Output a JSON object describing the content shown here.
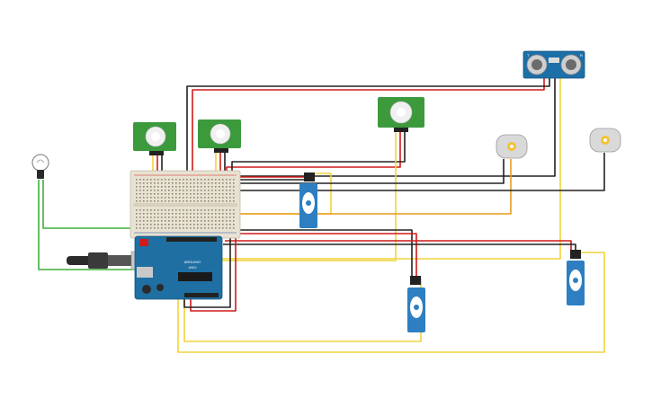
{
  "circuit": {
    "arduino": {
      "brand": "UNO",
      "logo_text": "ARDUINO"
    },
    "ultrasonic_sensor": {
      "label_left": "T",
      "label_right": "R"
    },
    "wire_colors": {
      "red": "#d11a1a",
      "black": "#222222",
      "yellow": "#f2d33a",
      "green": "#3fae3a",
      "orange": "#e89a1f",
      "gray": "#888888"
    },
    "component_colors": {
      "pir_board": "#3c9a3c",
      "breadboard": "#e8e2d2",
      "arduino_board": "#1f6fa3",
      "servo_body": "#2d7fc1",
      "ultrasonic_board": "#1d6fa8"
    }
  }
}
